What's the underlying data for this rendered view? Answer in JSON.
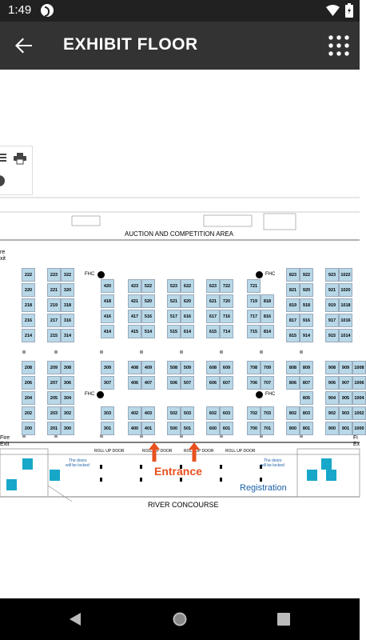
{
  "status": {
    "time": "1:49"
  },
  "appbar": {
    "title": "EXHIBIT FLOOR"
  },
  "floor": {
    "top_area_label": "AUCTION AND COMPETITION AREA",
    "fhc_label": "FHC",
    "entrance_label": "Entrance",
    "registration_label": "Registration",
    "concourse_label": "RIVER CONCOURSE",
    "doors_note_line1": "The doors",
    "doors_note_line2": "will be locked",
    "roll_up_door_label": "ROLL UP DOOR",
    "fire_exit_left_1": "Fire",
    "fire_exit_left_2": "Exit",
    "fire_exit_right_1": "Fi",
    "fire_exit_right_2": "Ex",
    "edge_top_left_1": "re",
    "edge_top_left_2": "xit",
    "booth_color": "#b8d8e8",
    "entrance_color": "#e8501e",
    "registration_color": "#1a5fa8",
    "restroom_color": "#17a8c9",
    "booths_top": [
      [
        "222",
        "220",
        "218",
        "216",
        "214"
      ],
      [
        "223",
        "221",
        "219",
        "217",
        "215"
      ],
      [
        "322",
        "320",
        "318",
        "316",
        "314"
      ],
      [
        "420",
        "418",
        "416",
        "414"
      ],
      [
        "423",
        "421",
        "417",
        "415"
      ],
      [
        "522",
        "520",
        "516",
        "514"
      ],
      [
        "523",
        "521",
        "517",
        "515"
      ],
      [
        "622",
        "620",
        "616",
        "614"
      ],
      [
        "623",
        "621",
        "617",
        "615"
      ],
      [
        "722",
        "720",
        "716",
        "714"
      ],
      [
        "721",
        "719",
        "717",
        "715"
      ],
      [
        "818",
        "816",
        "814"
      ],
      [
        "823",
        "821",
        "819",
        "817",
        "815"
      ],
      [
        "922",
        "920",
        "918",
        "916",
        "914"
      ],
      [
        "923",
        "921",
        "919",
        "917",
        "915"
      ],
      [
        "1022",
        "1020",
        "1018",
        "1016",
        "1014"
      ]
    ],
    "booths_bottom": [
      [
        "208",
        "206",
        "204",
        "202",
        "200"
      ],
      [
        "209",
        "207",
        "205",
        "203",
        "201"
      ],
      [
        "308",
        "306",
        "304",
        "302",
        "300"
      ],
      [
        "309",
        "307",
        "303",
        "301"
      ],
      [
        "408",
        "406",
        "402",
        "400"
      ],
      [
        "409",
        "407",
        "403",
        "401"
      ],
      [
        "508",
        "506",
        "502",
        "500"
      ],
      [
        "509",
        "507",
        "503",
        "501"
      ],
      [
        "608",
        "606",
        "602",
        "600"
      ],
      [
        "609",
        "607",
        "603",
        "601"
      ],
      [
        "708",
        "706",
        "702",
        "700"
      ],
      [
        "709",
        "707",
        "703",
        "701"
      ],
      [
        "808",
        "806",
        "802",
        "800"
      ],
      [
        "809",
        "807",
        "805",
        "803",
        "801"
      ],
      [
        "908",
        "906",
        "904",
        "902",
        "900"
      ],
      [
        "909",
        "907",
        "905",
        "903",
        "901"
      ],
      [
        "1008",
        "1006",
        "1004",
        "1002",
        "1000"
      ]
    ]
  }
}
